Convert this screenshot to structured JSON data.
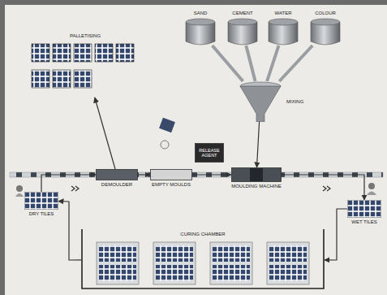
{
  "diagram": {
    "nodes": [
      {
        "text": [
          "PALLETISING"
        ]
      },
      {
        "text": [
          "SAND"
        ]
      },
      {
        "text": [
          "CEMENT"
        ]
      },
      {
        "text": [
          "WATER"
        ]
      },
      {
        "text": [
          "COLOUR"
        ]
      },
      {
        "text": [
          "MIXING"
        ]
      },
      {
        "text": [
          "DEMOULDER"
        ]
      },
      {
        "text": [
          "EMPTY MOULDS"
        ]
      },
      {
        "text": [
          "RELEASE AGENT"
        ]
      },
      {
        "text": [
          "MOULDING MACHINE"
        ]
      },
      {
        "text": [
          "DRY TILES"
        ]
      },
      {
        "text": [
          "CURING CHAMBER"
        ]
      },
      {
        "text": [
          "WET TILES"
        ]
      }
    ],
    "edges": [
      {
        "from": 1,
        "to": 5,
        "arrow": "none"
      },
      {
        "from": 2,
        "to": 5,
        "arrow": "none"
      },
      {
        "from": 3,
        "to": 5,
        "arrow": "none"
      },
      {
        "from": 4,
        "to": 5,
        "arrow": "none"
      },
      {
        "from": 5,
        "to": 9,
        "arrow": "to"
      },
      {
        "from": 9,
        "to": 12,
        "arrow": "to"
      },
      {
        "from": 12,
        "to": 11,
        "arrow": "to"
      },
      {
        "from": 11,
        "to": 10,
        "arrow": "to"
      },
      {
        "from": 10,
        "to": 6,
        "arrow": "to"
      },
      {
        "from": 6,
        "to": 7,
        "arrow": "to"
      },
      {
        "from": 7,
        "to": 9,
        "arrow": "to"
      },
      {
        "from": 6,
        "to": 0,
        "arrow": "to"
      }
    ]
  }
}
